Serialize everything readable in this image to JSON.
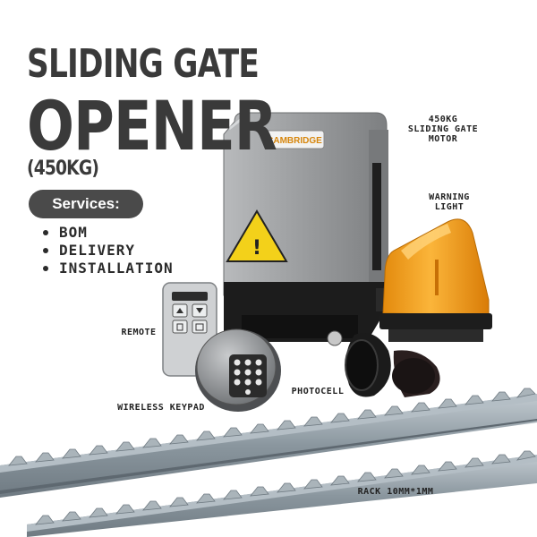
{
  "heading": {
    "line1": "SLIDING GATE",
    "line2": "OPENER",
    "line3": "(450KG)"
  },
  "services": {
    "badge": "Services:",
    "items": [
      "BOM",
      "DELIVERY",
      "INSTALLATION"
    ]
  },
  "brand": "CAMBRIDGE",
  "labels": {
    "motor": "450KG\nSLIDING GATE\nMOTOR",
    "warning_light": "WARNING\nLIGHT",
    "remote": "REMOTE",
    "keypad": "WIRELESS KEYPAD",
    "photocell": "PHOTOCELL",
    "rack": "RACK 10MM*1MM"
  },
  "colors": {
    "title": "#3a3a3a",
    "badge_bg": "#4a4a4a",
    "motor_body": "#9a9c9e",
    "motor_base": "#1c1c1c",
    "warning_amber": "#f5a623",
    "rack": "#8c98a0"
  }
}
